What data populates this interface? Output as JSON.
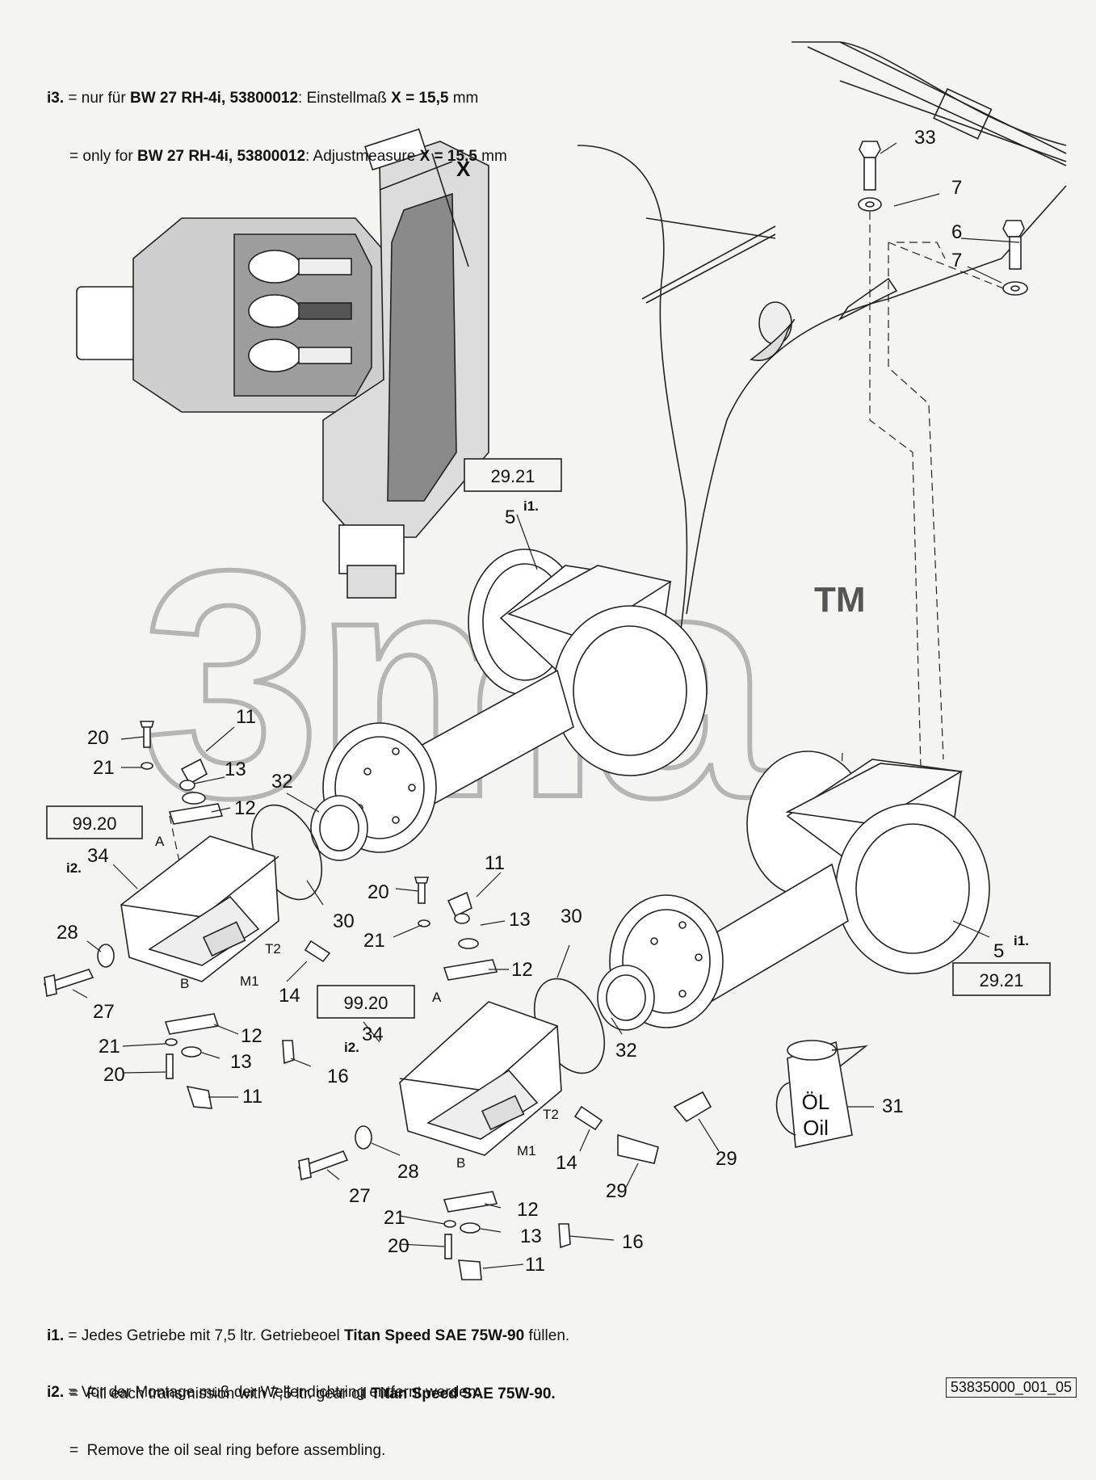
{
  "notes": {
    "i3": {
      "key": "i3.",
      "de_prefix": " = nur für ",
      "de_bold1": "BW 27 RH-4i, 53800012",
      "de_mid": ": Einstellmaß ",
      "de_bold2": "X = 15,5",
      "de_unit": " mm",
      "en_prefix": "= only for ",
      "en_bold1": "BW 27 RH-4i, 53800012",
      "en_mid": ": Adjustmeasure ",
      "en_bold2": "X = 15,5",
      "en_unit": " mm"
    },
    "i1": {
      "key": "i1.",
      "de_prefix": " = Jedes Getriebe mit 7,5 ltr. Getriebeoel ",
      "de_bold": "Titan Speed SAE 75W-90",
      "de_suffix": " füllen.",
      "en_prefix": "=  Fill each transmission with 7,5 ltr. gear oil ",
      "en_bold": "Titan Speed SAE 75W-90."
    },
    "i2": {
      "key": "i2.",
      "de_text": " = Vor der Montage muß der Wellendichtring entfernt werden.",
      "en_text": "=  Remove the oil seal ring before assembling."
    }
  },
  "document_id": "53835000_001_05",
  "watermark": {
    "text": "3ma",
    "tm": "TM"
  },
  "dimension_label": "X",
  "ref_boxes": [
    {
      "name": "ref-box-29-21-top",
      "text": "29.21"
    },
    {
      "name": "ref-box-29-21-bottom",
      "text": "29.21"
    },
    {
      "name": "ref-box-99-20-left",
      "text": "99.20"
    },
    {
      "name": "ref-box-99-20-right",
      "text": "99.20"
    }
  ],
  "port_labels": {
    "a": "A",
    "b": "B",
    "t2": "T2",
    "m1": "M1"
  },
  "oil_can_label": {
    "line1": "ÖL",
    "line2": "Oil"
  },
  "callouts": [
    {
      "name": "callout-33",
      "text": "33"
    },
    {
      "name": "callout-7-top",
      "text": "7"
    },
    {
      "name": "callout-6",
      "text": "6"
    },
    {
      "name": "callout-7-mid",
      "text": "7"
    },
    {
      "name": "callout-5-top",
      "text": "5",
      "tag": "i1."
    },
    {
      "name": "callout-5-bottom",
      "text": "5",
      "tag": "i1."
    },
    {
      "name": "callout-20-left-top",
      "text": "20"
    },
    {
      "name": "callout-21-left-top",
      "text": "21"
    },
    {
      "name": "callout-11-left-top",
      "text": "11"
    },
    {
      "name": "callout-13-left-top",
      "text": "13"
    },
    {
      "name": "callout-12-left-top",
      "text": "12"
    },
    {
      "name": "callout-32-left",
      "text": "32"
    },
    {
      "name": "callout-34-left",
      "text": "34",
      "tag": "i2."
    },
    {
      "name": "callout-30-left",
      "text": "30"
    },
    {
      "name": "callout-28-left",
      "text": "28"
    },
    {
      "name": "callout-27-left",
      "text": "27"
    },
    {
      "name": "callout-14-left",
      "text": "14"
    },
    {
      "name": "callout-12-left-bottom",
      "text": "12"
    },
    {
      "name": "callout-21-left-bottom",
      "text": "21"
    },
    {
      "name": "callout-13-left-bottom",
      "text": "13"
    },
    {
      "name": "callout-20-left-bottom",
      "text": "20"
    },
    {
      "name": "callout-11-left-bottom",
      "text": "11"
    },
    {
      "name": "callout-16-left",
      "text": "16"
    },
    {
      "name": "callout-11-right-top",
      "text": "11"
    },
    {
      "name": "callout-20-right-top",
      "text": "20"
    },
    {
      "name": "callout-13-right-top",
      "text": "13"
    },
    {
      "name": "callout-21-right-top",
      "text": "21"
    },
    {
      "name": "callout-30-right",
      "text": "30"
    },
    {
      "name": "callout-12-right-top",
      "text": "12"
    },
    {
      "name": "callout-32-right",
      "text": "32"
    },
    {
      "name": "callout-34-right",
      "text": "34",
      "tag": "i2."
    },
    {
      "name": "callout-31",
      "text": "31"
    },
    {
      "name": "callout-14-right",
      "text": "14"
    },
    {
      "name": "callout-29-left",
      "text": "29"
    },
    {
      "name": "callout-29-right",
      "text": "29"
    },
    {
      "name": "callout-28-right",
      "text": "28"
    },
    {
      "name": "callout-27-right",
      "text": "27"
    },
    {
      "name": "callout-12-right-bottom",
      "text": "12"
    },
    {
      "name": "callout-21-right-bottom",
      "text": "21"
    },
    {
      "name": "callout-13-right-bottom",
      "text": "13"
    },
    {
      "name": "callout-16-right",
      "text": "16"
    },
    {
      "name": "callout-20-right-bottom",
      "text": "20"
    },
    {
      "name": "callout-11-right-bottom",
      "text": "11"
    }
  ]
}
